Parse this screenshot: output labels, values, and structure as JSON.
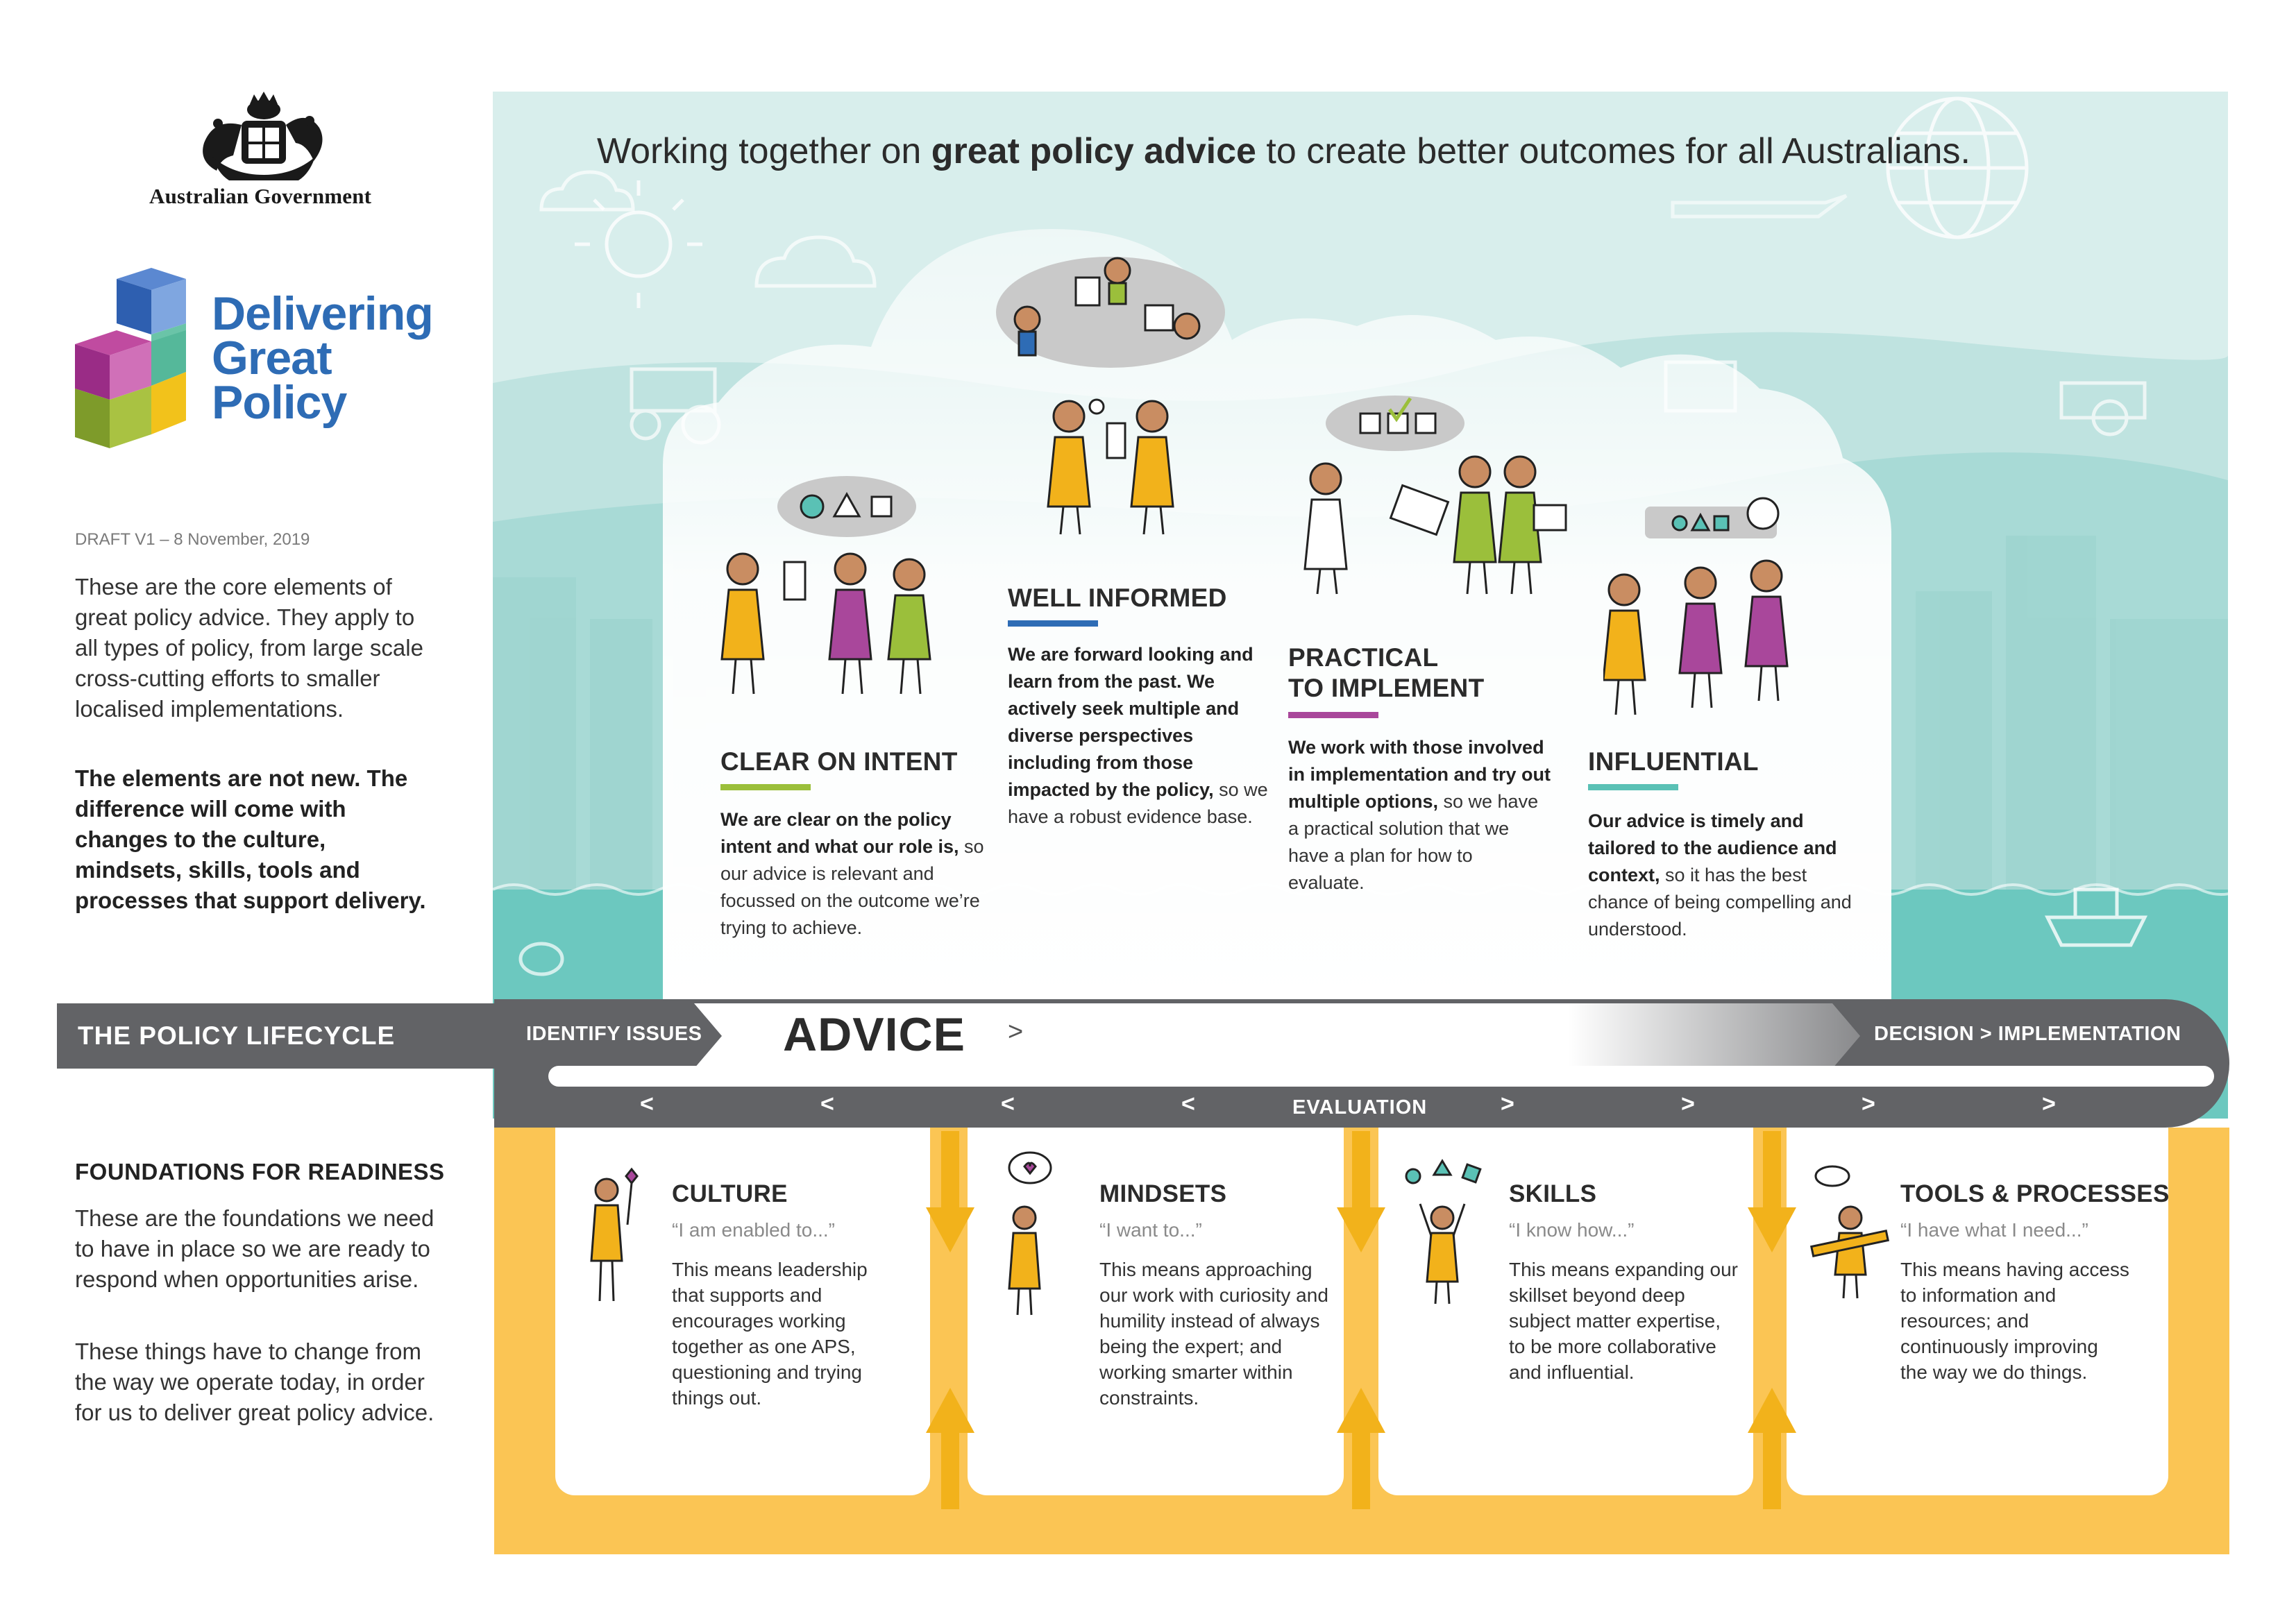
{
  "government": {
    "name": "Australian Government"
  },
  "brand": {
    "line1": "Delivering",
    "line2": "Great",
    "line3": "Policy"
  },
  "draft_label": "DRAFT V1 – 8 November, 2019",
  "intro": {
    "text": "These are the core elements of great policy advice. They apply to all types of policy, from large scale cross-cutting efforts to smaller localised implementations.",
    "bold": "The elements are not new. The difference will come with changes to the culture, mindsets, skills, tools and processes that support delivery."
  },
  "headline": {
    "before": "Working together on ",
    "bold": "great policy advice",
    "after": " to create better outcomes for all Australians."
  },
  "pillars": [
    {
      "title": "CLEAR ON INTENT",
      "bold": "We are clear on the policy intent and what our role is,",
      "rest": " so our advice is relevant and focussed on the outcome we’re trying to achieve.",
      "color": "#9bbf3b"
    },
    {
      "title": "WELL INFORMED",
      "bold": "We are forward looking and learn from the past. We actively seek multiple and diverse perspectives including from those impacted by the policy,",
      "rest": " so we have a robust evidence base.",
      "color": "#2e6cb5"
    },
    {
      "title_line1": "PRACTICAL",
      "title_line2": "TO IMPLEMENT",
      "bold": "We work with those involved in implementation and try out multiple options,",
      "rest": " so we have a practical solution that we have a plan for how to evaluate.",
      "color": "#a9479b"
    },
    {
      "title": "INFLUENTIAL",
      "bold": "Our advice is timely and tailored to the audience and context,",
      "rest": " so it has the best chance of being compelling and understood.",
      "color": "#5ac1b5"
    }
  ],
  "lifecycle": {
    "label": "THE POLICY LIFECYCLE",
    "identify": "IDENTIFY ISSUES",
    "advice": "ADVICE",
    "advice_chevron": ">",
    "decision": "DECISION  >  IMPLEMENTATION",
    "evaluation": "EVALUATION",
    "left_chevron": "<",
    "right_chevron": ">"
  },
  "foundations": {
    "title": "FOUNDATIONS FOR READINESS",
    "p1": "These are the foundations we need to have in place so we are ready to respond when opportunities arise.",
    "p2": "These things have to change from the way we operate today, in order for us to deliver great policy advice.",
    "cards": [
      {
        "title": "CULTURE",
        "quote": "“I am enabled to...”",
        "text": "This means leadership that supports and encourages working together as one APS, questioning and trying things out."
      },
      {
        "title": "MINDSETS",
        "quote": "“I want to...”",
        "text": "This means approaching our work with curiosity and humility instead of always being the expert; and working smarter within constraints."
      },
      {
        "title": "SKILLS",
        "quote": "“I know how...”",
        "text": "This means expanding our skillset beyond deep subject matter expertise, to be more collaborative and influential."
      },
      {
        "title": "TOOLS & PROCESSES",
        "quote": "“I have what I need...”",
        "text": "This means having access to information and resources; and continuously improving the way we do things."
      }
    ]
  },
  "icons": {
    "crest": "coat-of-arms-icon",
    "figures": "person-illustration-icon",
    "shapes": "circle-triangle-square-icon"
  },
  "colors": {
    "scene_bg": "#d8eeec",
    "band": "#626366",
    "foundation": "#fbc554",
    "brand_blue": "#2e6cb5",
    "green": "#9bbf3b",
    "purple": "#a9479b",
    "teal": "#5ac1b5",
    "yellow": "#f2b21b"
  }
}
